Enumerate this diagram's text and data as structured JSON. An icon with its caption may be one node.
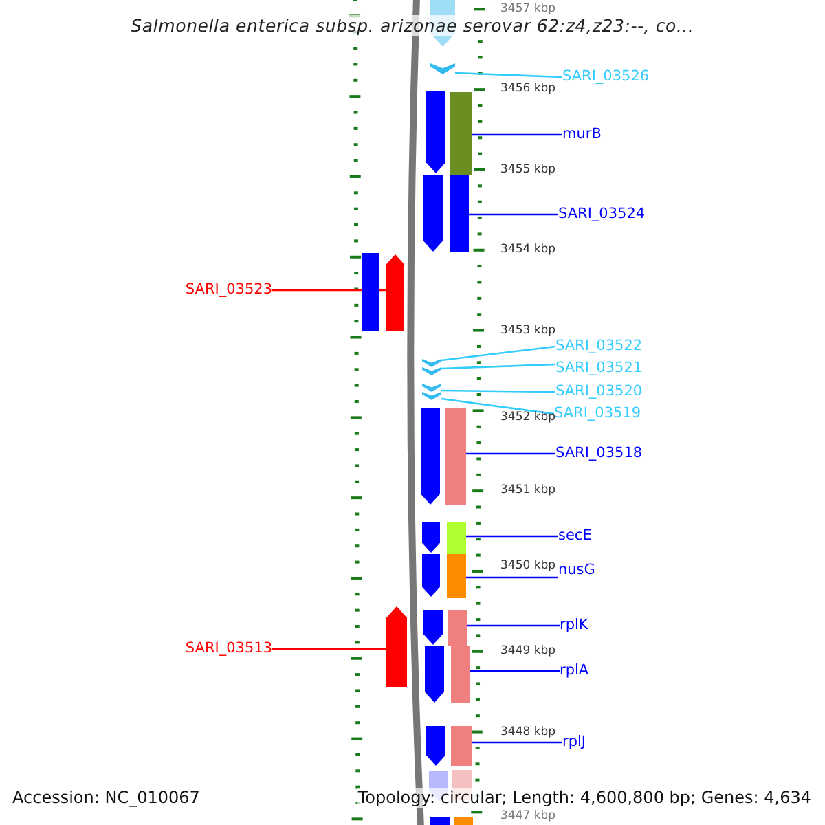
{
  "diagram": {
    "title": "Salmonella enterica subsp. arizonae serovar 62:z4,z23:--, co...",
    "nodes": [
      {
        "text": [
          "SARI_03526"
        ]
      },
      {
        "text": [],
        "shape": "arrow"
      },
      {
        "text": [
          "murB"
        ]
      },
      {
        "text": [],
        "shape": "bar"
      },
      {
        "text": [
          "SARI_03524"
        ]
      },
      {
        "text": [],
        "shape": "bar"
      },
      {
        "text": [
          "SARI_03523"
        ]
      },
      {
        "text": [],
        "shape": "arrow"
      },
      {
        "text": [
          "SARI_03522"
        ]
      },
      {
        "text": [
          "SARI_03521"
        ]
      },
      {
        "text": [
          "SARI_03520"
        ]
      },
      {
        "text": [
          "SARI_03519"
        ]
      },
      {
        "text": [],
        "shape": "arrow"
      },
      {
        "text": [],
        "shape": "arrow"
      },
      {
        "text": [],
        "shape": "arrow"
      },
      {
        "text": [],
        "shape": "arrow"
      },
      {
        "text": [
          "SARI_03518"
        ]
      },
      {
        "text": [],
        "shape": "bar"
      },
      {
        "text": [
          "secE"
        ]
      },
      {
        "text": [],
        "shape": "bar"
      },
      {
        "text": [
          "nusG"
        ]
      },
      {
        "text": [],
        "shape": "bar"
      },
      {
        "text": [
          "SARI_03513"
        ]
      },
      {
        "text": [],
        "shape": "arrow"
      },
      {
        "text": [
          "rplK"
        ]
      },
      {
        "text": [],
        "shape": "bar"
      },
      {
        "text": [
          "rplA"
        ]
      },
      {
        "text": [],
        "shape": "bar"
      },
      {
        "text": [
          "rplJ"
        ]
      },
      {
        "text": [],
        "shape": "bar"
      },
      {
        "text": [],
        "shape": "arrow"
      },
      {
        "text": [],
        "shape": "arrow"
      },
      {
        "text": [],
        "shape": "arrow"
      },
      {
        "text": [],
        "shape": "bar"
      },
      {
        "text": [],
        "shape": "arrow"
      },
      {
        "text": [],
        "shape": "arrow"
      },
      {
        "text": [],
        "shape": "arrow"
      },
      {
        "text": [],
        "shape": "arrow"
      },
      {
        "text": [],
        "shape": "arrow"
      },
      {
        "text": [],
        "shape": "arrow"
      },
      {
        "text": [],
        "shape": "arrow"
      },
      {
        "text": [],
        "shape": "bar"
      },
      {
        "text": [],
        "shape": "bar"
      },
      {
        "text": [],
        "shape": "bar"
      }
    ],
    "edges": [
      {
        "from": 0,
        "to": 1,
        "arrow": "none",
        "color": "#33ccff"
      },
      {
        "from": 2,
        "to": 3,
        "arrow": "none"
      },
      {
        "from": 4,
        "to": 5,
        "arrow": "none"
      },
      {
        "from": 6,
        "to": 7,
        "arrow": "none",
        "color": "#ff0000"
      },
      {
        "from": 8,
        "to": 12,
        "arrow": "none",
        "color": "#33ccff"
      },
      {
        "from": 9,
        "to": 13,
        "arrow": "none",
        "color": "#33ccff"
      },
      {
        "from": 10,
        "to": 14,
        "arrow": "none",
        "color": "#33ccff"
      },
      {
        "from": 11,
        "to": 15,
        "arrow": "none",
        "color": "#33ccff"
      },
      {
        "from": 16,
        "to": 17,
        "arrow": "none"
      },
      {
        "from": 18,
        "to": 19,
        "arrow": "none"
      },
      {
        "from": 20,
        "to": 21,
        "arrow": "none"
      },
      {
        "from": 22,
        "to": 23,
        "arrow": "none",
        "color": "#ff0000"
      },
      {
        "from": 24,
        "to": 25,
        "arrow": "none"
      },
      {
        "from": 26,
        "to": 27,
        "arrow": "none"
      },
      {
        "from": 28,
        "to": 29,
        "arrow": "none"
      }
    ],
    "labels": [
      "3457 kbp",
      "3456 kbp",
      "3455 kbp",
      "3454 kbp",
      "3453 kbp",
      "3452 kbp",
      "3451 kbp",
      "3450 kbp",
      "3449 kbp",
      "3448 kbp",
      "3447 kbp",
      "Accession: NC_010067",
      "Topology: circular; Length: 4,600,800 bp; Genes: 4,634"
    ]
  }
}
